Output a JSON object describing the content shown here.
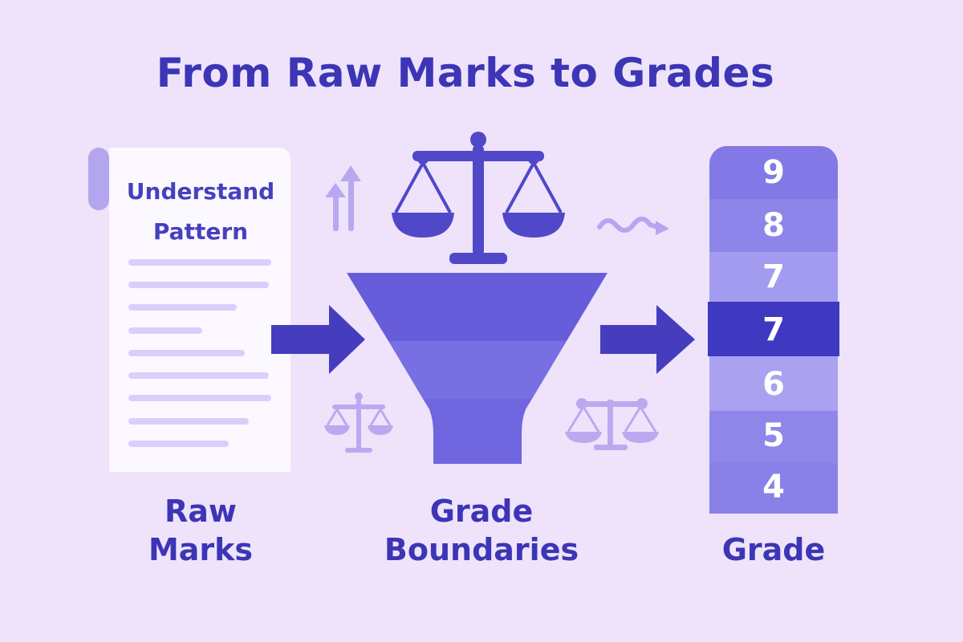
{
  "title": "From Raw Marks to Grades",
  "document": {
    "heading_line1": "Understand",
    "heading_line2": "Pattern"
  },
  "captions": {
    "raw_marks_line1": "Raw",
    "raw_marks_line2": "Marks",
    "boundaries_line1": "Grade",
    "boundaries_line2": "Boundaries",
    "grade": "Grade"
  },
  "grade_scale": [
    "9",
    "8",
    "7",
    "7",
    "6",
    "5",
    "4"
  ],
  "highlighted_grade_index": 3,
  "colors": {
    "background": "#eee3fb",
    "primary": "#4f47c7",
    "funnel": "#6e64e0",
    "highlight": "#3f38c0",
    "faded": "#b9abef",
    "paper": "#fbf8ff",
    "text": "#3c35b5"
  },
  "icons": [
    "document-icon",
    "scale-icon",
    "funnel-icon",
    "arrow-right-icon",
    "up-arrows-icon",
    "squiggle-arrow-icon",
    "grade-column"
  ]
}
